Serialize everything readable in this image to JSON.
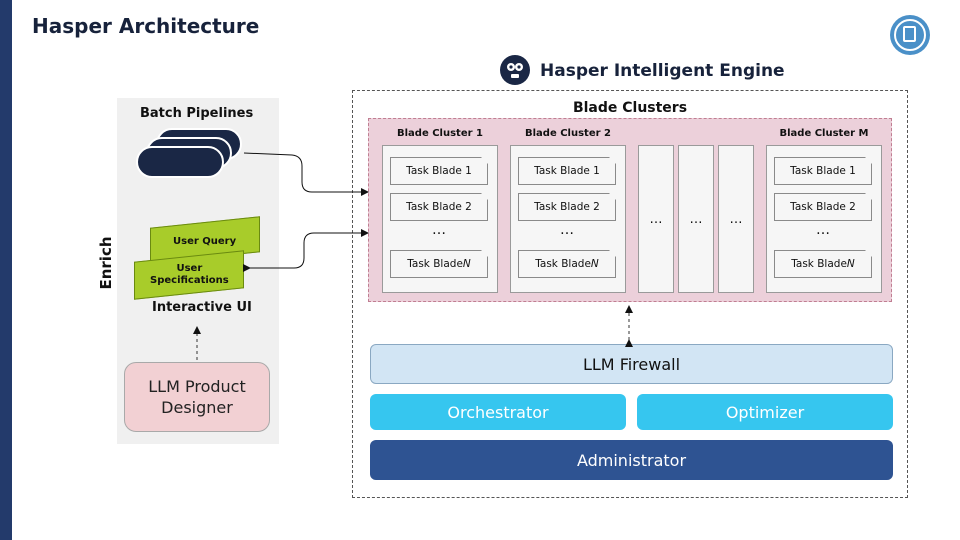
{
  "title": "Hasper Architecture",
  "enrich": {
    "side_label": "Enrich",
    "batch_label": "Batch Pipelines",
    "cards": [
      "User Query",
      "User\nSpecifications"
    ],
    "interactive_label": "Interactive UI",
    "designer": "LLM Product\nDesigner"
  },
  "engine": {
    "title": "Hasper Intelligent Engine",
    "clusters_title": "Blade Clusters",
    "clusters": [
      {
        "name": "Blade Cluster 1",
        "blades": [
          "Task Blade 1",
          "Task Blade 2",
          "Task Blade N"
        ]
      },
      {
        "name": "Blade Cluster 2",
        "blades": [
          "Task Blade 1",
          "Task Blade 2",
          "Task Blade N"
        ]
      },
      {
        "name": "Blade Cluster M",
        "blades": [
          "Task Blade 1",
          "Task Blade 2",
          "Task Blade N"
        ]
      }
    ],
    "ellipsis": "…",
    "firewall": "LLM Firewall",
    "orchestrator": "Orchestrator",
    "optimizer": "Optimizer",
    "administrator": "Administrator"
  },
  "colors": {
    "navy": "#1a2745",
    "green_card": "#a8cc2a",
    "pink_cluster": "#ecd0da",
    "firewall": "#d2e5f4",
    "cyan": "#36c6ef",
    "admin_blue": "#2e5392"
  },
  "icons": [
    "hasper-logo-icon",
    "engine-robot-icon"
  ]
}
